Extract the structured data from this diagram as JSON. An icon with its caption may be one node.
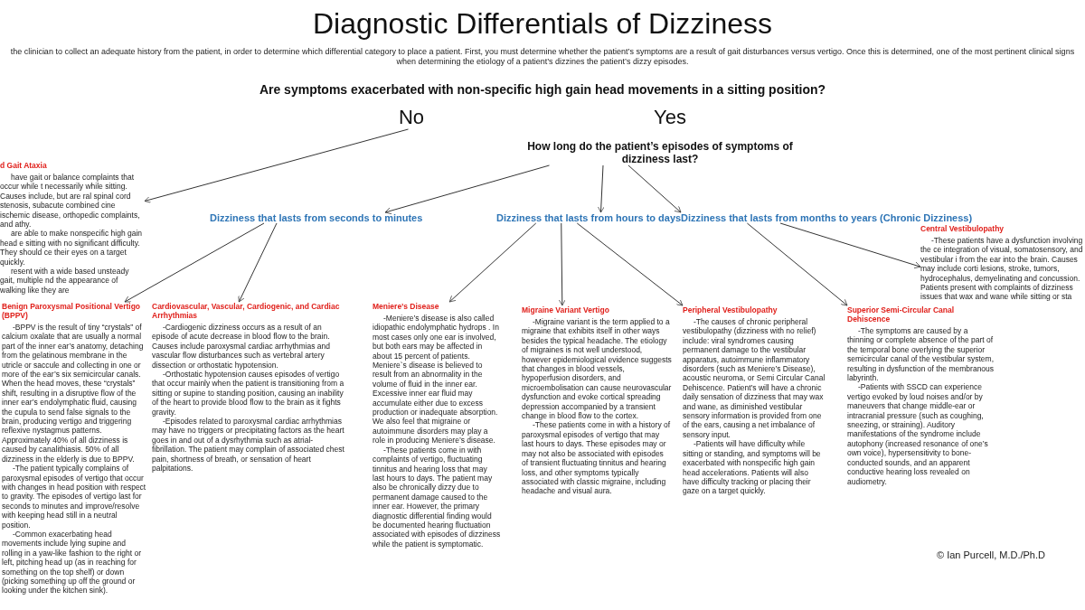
{
  "diagram": {
    "title": "Diagnostic Differentials of Dizziness",
    "nodes": [
      {
        "text": [
          "Are symptoms exacerbated with non-specific high gain head movements in a sitting position?"
        ]
      },
      {
        "text": [
          "No"
        ]
      },
      {
        "text": [
          "Yes"
        ]
      },
      {
        "text": [
          "How long do the patient’s episodes of symptoms of dizziness last?"
        ]
      },
      {
        "text": [
          "d Gait Ataxia",
          "have gait or balance complaints that occur while t necessarily while sitting.  Causes include, but are ral spinal cord stenosis, subacute combined cine ischemic disease, orthopedic complaints, and athy.",
          "are able to make nonspecific high gain head e sitting with no significant difficulty.  They should ce their eyes on a target quickly.",
          "resent with a wide based unsteady gait, multiple nd the appearance of walking like they are"
        ]
      },
      {
        "text": [
          "Dizziness that lasts from seconds to minutes"
        ]
      },
      {
        "text": [
          "Dizziness that lasts from hours to days"
        ]
      },
      {
        "text": [
          "Dizziness that lasts from months to years (Chronic Dizziness)"
        ]
      },
      {
        "text": [
          "Central Vestibulopathy",
          "-These patients have a dysfunction involving the ce integration of visual, somatosensory, and vestibular i from the ear into the brain.  Causes may include corti lesions, stroke, tumors, hydrocephalus, demyelinating and concussion.  Patients present with  complaints of dizziness issues that wax and wane while sitting or sta"
        ]
      },
      {
        "text": [
          "Benign Paroxysmal Positional Vertigo (BPPV)",
          "-BPPV is the result of tiny “crystals” of calcium oxalate that are usually a normal part of the inner ear’s anatomy, detaching from the gelatinous membrane in the utricle or saccule and collecting in one or more of the ear’s six semicircular canals.  When the head moves, these “crystals” shift, resulting in a disruptive flow of the inner ear’s endolymphatic fluid, causing the cupula to send false signals to the brain, producing vertigo and triggering reflexive nystagmus patterns. Approximately 40% of all dizziness is caused by canalithiasis.  50% of all dizziness in the elderly is due to BPPV.",
          "-The patient typically complains of paroxysmal episodes of vertigo that occur with changes in head position with respect to gravity. The episodes of vertigo last for seconds to minutes and improve/resolve with keeping head still in a neutral position.",
          "-Common exacerbating head movements include lying supine and rolling in a yaw-like fashion to the right or left, pitching head up (as in reaching for something on the top shelf) or down (picking something up off the ground or looking under the kitchen sink)."
        ]
      },
      {
        "text": [
          "Cardiovascular, Vascular, Cardiogenic, and Cardiac Arrhythmias",
          "-Cardiogenic dizziness occurs as a result of an episode of acute decrease in blood flow to the brain.  Causes include paroxysmal cardiac arrhythmias and vascular flow disturbances such as vertebral artery dissection or orthostatic hypotension.",
          "-Orthostatic hypotension causes episodes of vertigo that occur mainly when the patient is transitioning from a sitting or supine to standing position, causing an inability of the heart to provide blood flow to the brain as it fights gravity.",
          "-Episodes related to paroxysmal cardiac arrhythmias may have no triggers or precipitating factors as the heart goes in and out of a dysrhythmia such as atrial-fibrillation.  The patient may complain of associated chest pain, shortness of breath, or sensation of heart palpitations."
        ]
      },
      {
        "text": [
          "Meniere’s Disease",
          "-Meniere’s disease is also called idiopathic endolymphatic hydrops .  In most cases only one ear is involved, but both ears may be affected in about 15 percent of patients.  Meniere`s disease is believed to result from an abnormality in the volume of fluid in the inner ear. Excessive inner ear fluid may accumulate either due to excess production or inadequate absorption.  We also feel that migraine or autoimmune disorders may play a role in producing Meniere’s disease.",
          "-These patients come in with complaints of vertigo, fluctuating tinnitus and hearing loss that may last hours to days.  The patient may also be chronically dizzy due to permanent damage caused to the inner ear.  However, the primary diagnostic differential finding would be documented hearing fluctuation associated with episodes of dizziness while the patient is symptomatic."
        ]
      },
      {
        "text": [
          "Migraine Variant Vertigo",
          "-Migraine variant is the term applied to a migraine that exhibits itself in other ways besides the typical headache.  The etiology of migraines is not well understood, however epidemiological evidence suggests that changes in blood vessels, hypoperfusion disorders, and microembolisation can cause neurovascular dysfunction and evoke cortical spreading depression accompanied by a transient change in blood flow to the cortex.",
          "-These patients come in with a history of paroxysmal episodes of vertigo that may last hours to days.  These episodes may or may not also be associated with episodes of transient fluctuating tinnitus and hearing loss, and other symptoms typically associated with classic migraine, including headache and visual aura."
        ]
      },
      {
        "text": [
          "Peripheral Vestibulopathy",
          "-The causes of chronic peripheral vestibulopathy (dizziness with no relief) include: viral syndromes causing permanent damage to the vestibular apparatus, autoimmune inflammatory disorders (such as Meniere’s Disease), acoustic neuroma, or Semi Circular Canal Dehiscence.  Patient’s will have a chronic daily sensation of dizziness that may wax and wane, as diminished vestibular sensory information is provided from one of the ears, causing a net imbalance of sensory input.",
          "-Patients will have difficulty while sitting or standing, and symptoms will be exacerbated with nonspecific high gain head accelerations.  Patients will also have difficulty tracking or placing their gaze on a target quickly."
        ]
      },
      {
        "text": [
          "Superior Semi-Circular Canal Dehiscence",
          "-The symptoms are caused by a thinning or complete absence of the part of the temporal bone overlying the superior semicircular canal of the vestibular system, resulting in dysfunction of the membranous labyrinth.",
          "-Patients with SSCD can experience vertigo evoked by loud noises and/or by maneuvers that change middle-ear or intracranial pressure (such as coughing, sneezing, or straining).  Auditory manifestations of the syndrome include autophony (increased resonance of one’s own voice), hypersensitivity to bone-conducted sounds, and an apparent conductive hearing loss revealed on audiometry."
        ]
      }
    ],
    "edges": [
      {
        "from": 1,
        "to": 4,
        "arrow": "to"
      },
      {
        "from": 3,
        "to": 5,
        "arrow": "to"
      },
      {
        "from": 3,
        "to": 6,
        "arrow": "to"
      },
      {
        "from": 3,
        "to": 7,
        "arrow": "to"
      },
      {
        "from": 5,
        "to": 9,
        "arrow": "to"
      },
      {
        "from": 5,
        "to": 10,
        "arrow": "to"
      },
      {
        "from": 6,
        "to": 11,
        "arrow": "to"
      },
      {
        "from": 6,
        "to": 12,
        "arrow": "to"
      },
      {
        "from": 6,
        "to": 13,
        "arrow": "to"
      },
      {
        "from": 7,
        "to": 14,
        "arrow": "to"
      },
      {
        "from": 7,
        "to": 8,
        "arrow": "to"
      }
    ],
    "labels": [
      "the clinician to collect an adequate history from the patient, in order to determine which differential category to place a patient. First, you must determine whether the patient’s symptoms are a result of gait disturbances versus vertigo. Once this is determined, one of the most pertinent clinical signs when determining the etiology of a patient’s dizzines the patient’s dizzy episodes.",
      "© Ian Purcell, M.D./Ph.D"
    ]
  }
}
